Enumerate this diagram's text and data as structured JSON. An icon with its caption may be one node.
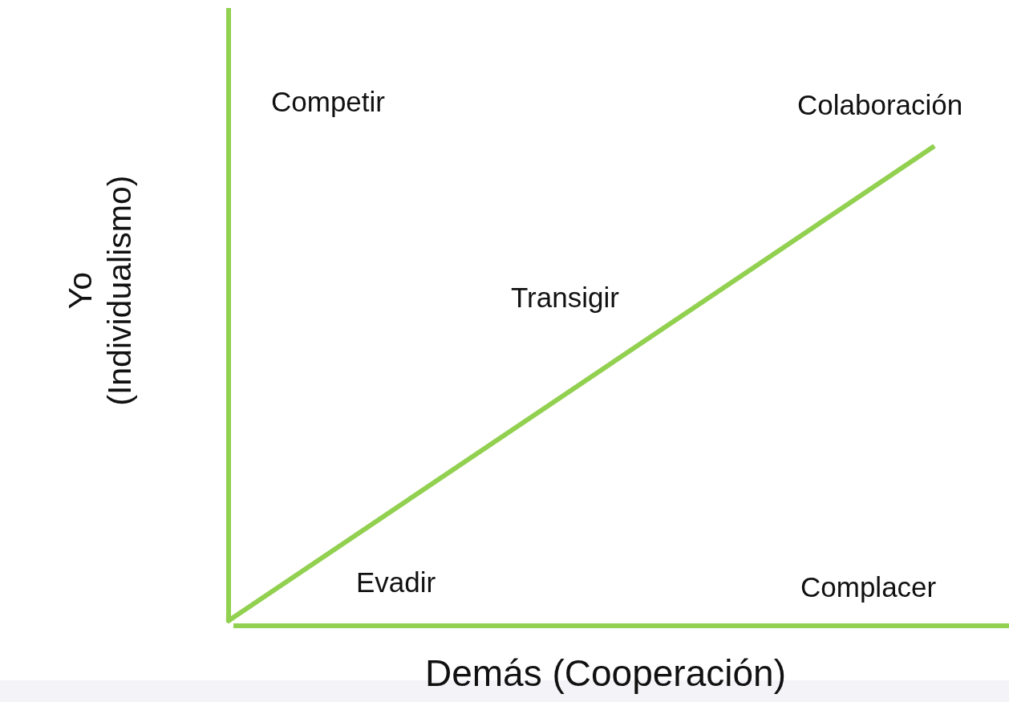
{
  "diagram": {
    "labels": [
      "Competir",
      "Colaboración",
      "Yo (Individualismo)",
      "Transigir",
      "Evadir",
      "Complacer",
      "Demás (Cooperación)"
    ]
  }
}
